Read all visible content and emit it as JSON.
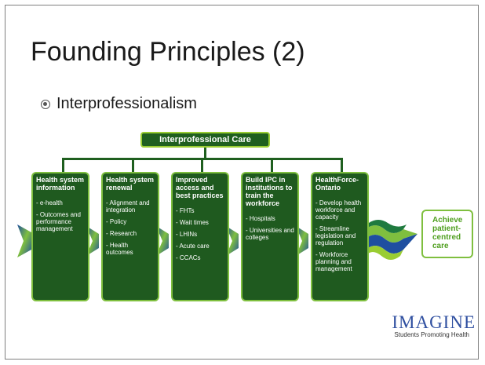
{
  "slide": {
    "title": "Founding Principles (2)",
    "bullet": "Interprofessionalism"
  },
  "diagram": {
    "top_box": "Interprofessional Care",
    "pillars": [
      {
        "title": "Health system information",
        "items": [
          "- e-health",
          "- Outcomes and performance management"
        ]
      },
      {
        "title": "Health system renewal",
        "items": [
          "- Alignment and integration",
          "- Policy",
          "- Research",
          "- Health outcomes"
        ]
      },
      {
        "title": "Improved access and best practices",
        "items": [
          "- FHTs",
          "- Wait times",
          "- LHINs",
          "- Acute care",
          "- CCACs"
        ]
      },
      {
        "title": "Build IPC in institutions to train the workforce",
        "items": [
          "- Hospitals",
          "- Universities and colleges"
        ]
      },
      {
        "title": "HealthForce-Ontario",
        "items": [
          "- Develop health workforce and capacity",
          "- Streamline legislation and regulation",
          "- Workforce planning and management"
        ]
      }
    ],
    "goal": "Achieve patient-centred care"
  },
  "logo": {
    "main": "IMAGINE",
    "sub": "Students Promoting Health"
  },
  "colors": {
    "pillar_fill": "#1f5a1f",
    "pillar_border": "#7fbf3f",
    "goal_text": "#4f9f1f",
    "logo_blue": "#2f4fa0"
  }
}
